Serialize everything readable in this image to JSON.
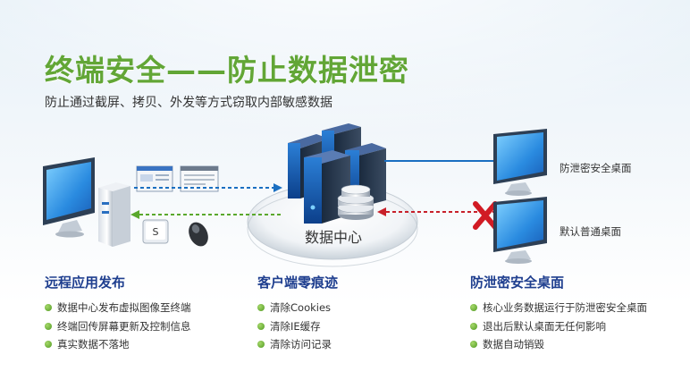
{
  "header": {
    "title": "终端安全——防止数据泄密",
    "subtitle": "防止通过截屏、拷贝、外发等方式窃取内部敏感数据"
  },
  "diagram": {
    "center_label": "数据中心",
    "right_top_label": "防泄密安全桌面",
    "right_bottom_label": "默认普通桌面",
    "key_label": "S"
  },
  "features": [
    {
      "title": "远程应用发布",
      "items": [
        "数据中心发布虚拟图像至终端",
        "终端回传屏幕更新及控制信息",
        "真实数据不落地"
      ]
    },
    {
      "title": "客户端零痕迹",
      "items": [
        "清除Cookies",
        "清除IE缓存",
        "清除访问记录"
      ]
    },
    {
      "title": "防泄密安全桌面",
      "items": [
        "核心业务数据运行于防泄密安全桌面",
        "退出后默认桌面无任何影响",
        "数据自动销毁"
      ]
    }
  ],
  "colors": {
    "title_green": "#62a636",
    "heading_blue": "#1f3f8f",
    "arrow_blue": "#1a6fc1",
    "arrow_green": "#5aa82c",
    "arrow_red": "#c8202a"
  }
}
